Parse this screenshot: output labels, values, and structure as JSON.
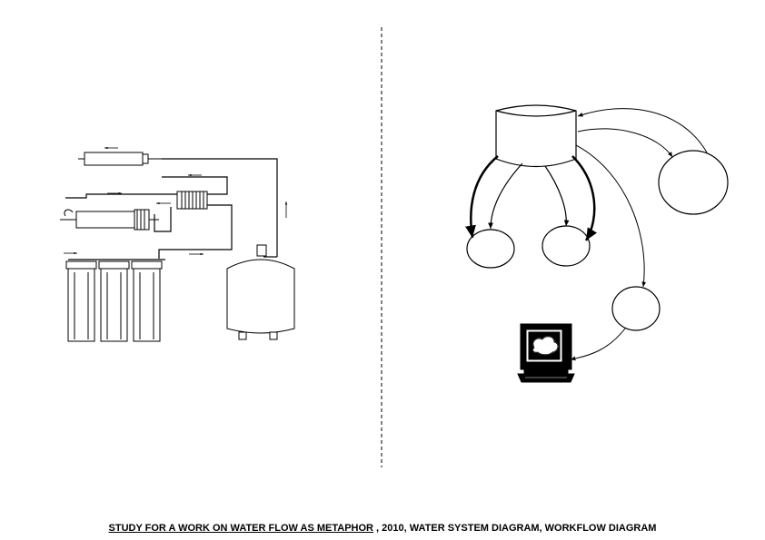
{
  "caption": {
    "underlined": "STUDY FOR A  WORK ON WATER FLOW AS METAPHOR",
    "rest": " , 2010, WATER SYSTEM DIAGRAM, WORKFLOW DIAGRAM"
  },
  "left_diagram": {
    "name": "water-system",
    "components": [
      "inline-filter",
      "ro-membrane-housing",
      "flow-restrictor",
      "prefilter-housing-1",
      "prefilter-housing-2",
      "prefilter-housing-3",
      "storage-tank"
    ]
  },
  "right_diagram": {
    "name": "workflow",
    "nodes": [
      "database-cylinder",
      "node-left",
      "node-middle",
      "node-right-large",
      "node-lower",
      "computer-terminal"
    ]
  }
}
